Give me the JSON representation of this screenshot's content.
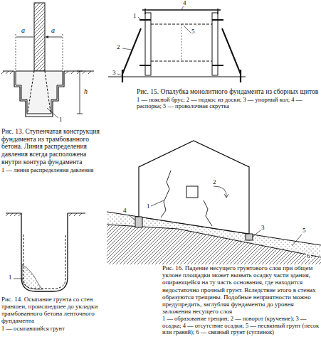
{
  "diagram": {
    "labels": [
      "a",
      "a",
      "h",
      "1",
      "Рис. 13. Ступенчатая конструкция фундамента из трамбованного бетона. Линия распределения давления всегда расположена внутри контура фундамента",
      "1 — линия распределения давления",
      "4",
      "1",
      "5",
      "2",
      "3",
      "Рис. 15. Опалубка монолитного фундамента из сборных щитов",
      "1 — поясной брус; 2 — подкос из доски; 3 — упорный кол; 4 — распорка; 5 — проволочная скрутка",
      "1",
      "Рис. 14. Осыпание грунта со стен траншеи, происшедшее до укладки трамбованного бетона ленточного фундамента",
      "1 — осыпавшийся грунт",
      "1",
      "2",
      "3",
      "4",
      "5",
      "6",
      "Рис. 16. Падение несущего грунтового слоя при общем уклоне площадки может вызвать осадку части здания, опирающейся на ту часть основания, где находится недостаточно прочный грунт. Вследствие этого в стенах образуются трещины. Подобные неприятности можно предупредить, заглубляя фундаменты до уровня заложения несущего слоя",
      "1 — образование трещин; 2 — поворот (кручение); 3 — осадка; 4 — отсутствие осадки; 5 — несвязный грунт (песок или гравий); 6 — связный грунт (суглинок)"
    ]
  }
}
